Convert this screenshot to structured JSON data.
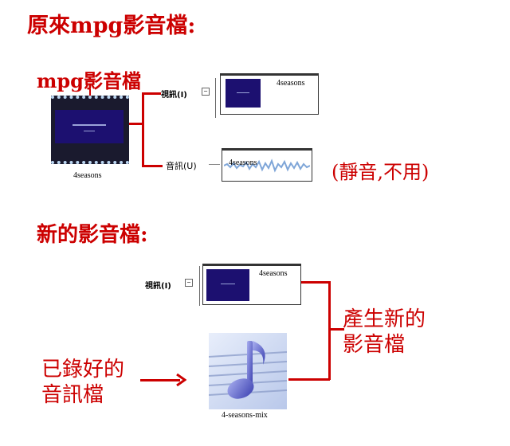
{
  "heading_original": "原來mpg影音檔:",
  "heading_new": "新的影音檔:",
  "source_clip": {
    "label": "mpg影音檔",
    "name": "4seasons"
  },
  "timeline_original": {
    "video_track_label": "視訊(I)",
    "audio_track_label": "音訊(U)",
    "video_clip_name": "4seasons",
    "audio_clip_name": "4seasons",
    "mute_note": "(靜音,不用)"
  },
  "timeline_new": {
    "video_track_label": "視訊(I)",
    "video_clip_name": "4seasons",
    "result_note_line1": "產生新的",
    "result_note_line2": "影音檔"
  },
  "recorded_audio": {
    "note_line1": "已錄好的",
    "note_line2": "音訊檔",
    "file_name": "4-seasons-mix",
    "icon": "music-note-icon"
  },
  "colors": {
    "annotation_red": "#cc0000",
    "video_thumb_blue": "#1c1070",
    "waveform_blue": "#7fa6d8"
  }
}
